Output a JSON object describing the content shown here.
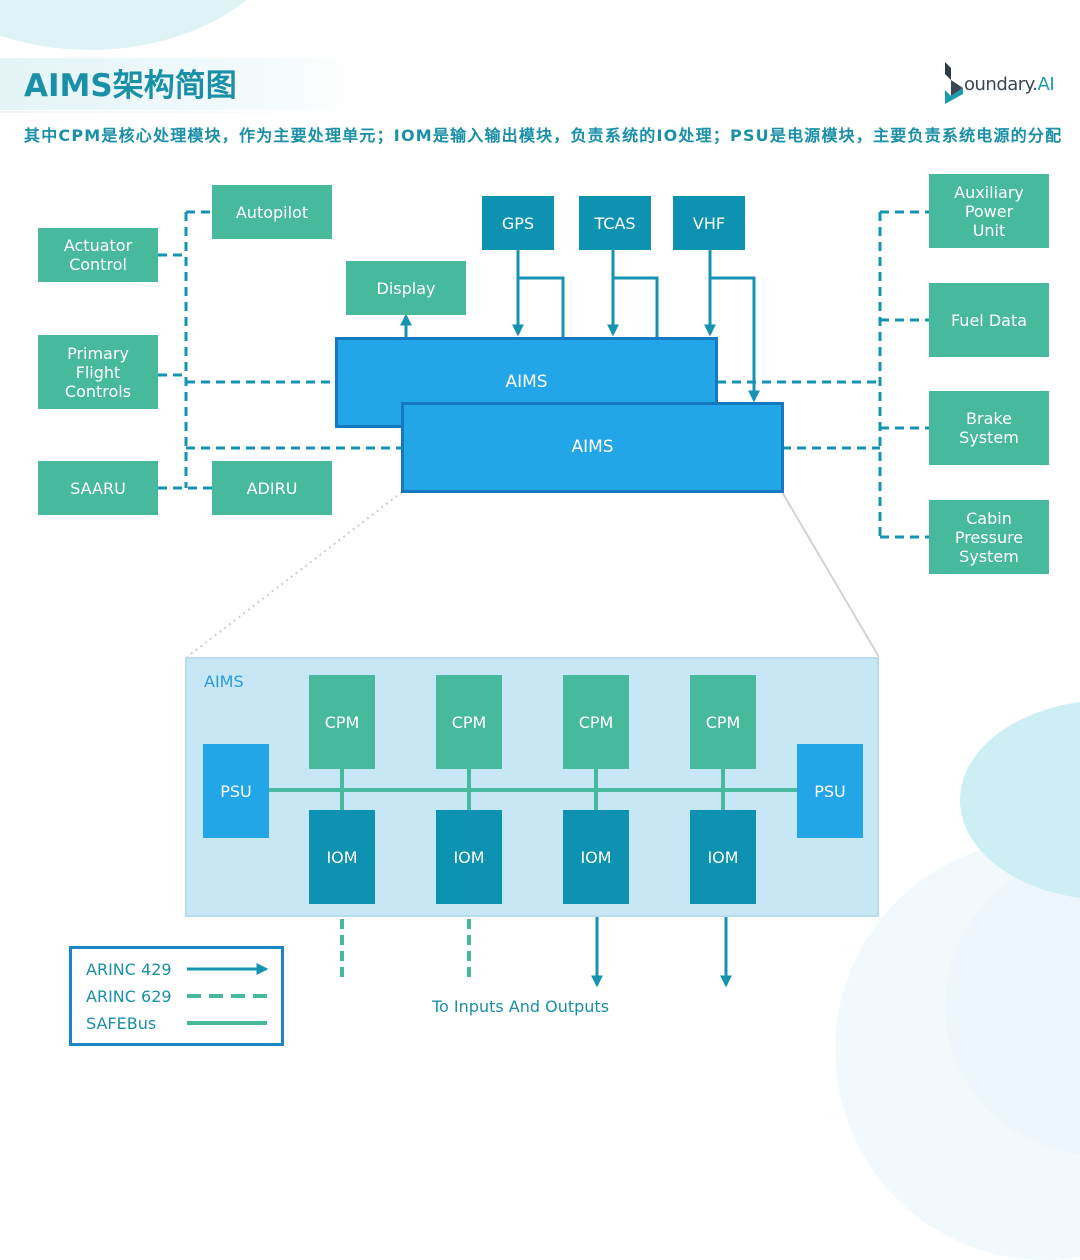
{
  "header": {
    "title": "AIMS架构简图",
    "subtitle": "其中CPM是核心处理模块，作为主要处理单元；IOM是输入输出模块，负责系统的IO处理；PSU是电源模块，主要负责系统电源的分配",
    "logo": {
      "mark_icon": "boundary-logo-icon",
      "text_main": "oundary.",
      "text_accent": "AI"
    }
  },
  "colors": {
    "title": "#1a8fa8",
    "green_box": "#47b99d",
    "teal_box": "#0d93b1",
    "blue_box": "#22a6e8",
    "aims_border": "#1479c0",
    "arinc629_line": "#1a8fa8",
    "safebus_line": "#47b99d",
    "panel_bg": "#c7e7f7"
  },
  "top_diagram": {
    "left_systems": [
      "Actuator Control",
      "Primary Flight Controls",
      "SAARU"
    ],
    "left_inner_systems": [
      "Autopilot",
      "ADIRU"
    ],
    "display": "Display",
    "sensors": [
      "GPS",
      "TCAS",
      "VHF"
    ],
    "aims_units": [
      "AIMS",
      "AIMS"
    ],
    "right_systems": [
      "Auxiliary Power Unit",
      "Fuel Data",
      "Brake System",
      "Cabin Pressure System"
    ]
  },
  "detail": {
    "label": "AIMS",
    "psu": [
      "PSU",
      "PSU"
    ],
    "cpm": [
      "CPM",
      "CPM",
      "CPM",
      "CPM"
    ],
    "iom": [
      "IOM",
      "IOM",
      "IOM",
      "IOM"
    ],
    "io_label": "To Inputs And Outputs"
  },
  "legend": {
    "items": [
      {
        "label": "ARINC 429",
        "style": "solid-arrow"
      },
      {
        "label": "ARINC 629",
        "style": "dashed"
      },
      {
        "label": "SAFEBus",
        "style": "solid"
      }
    ]
  }
}
